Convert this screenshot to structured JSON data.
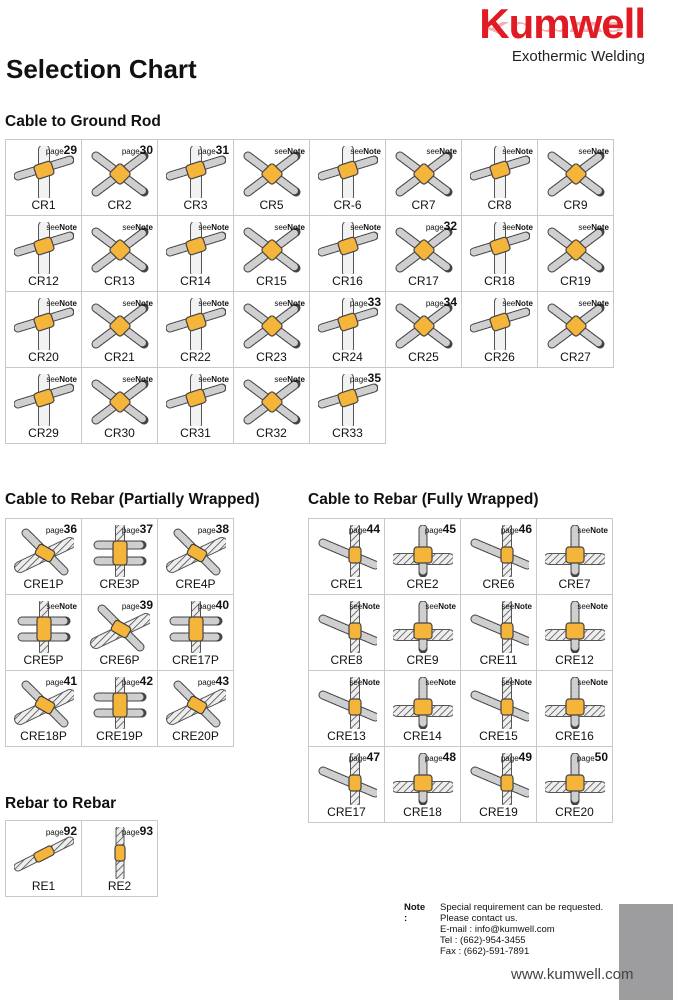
{
  "brand": {
    "name": "Kumwell",
    "tagline": "Exothermic Welding",
    "color": "#e01b24"
  },
  "title": "Selection Chart",
  "accent_color": "#f4b53a",
  "sections": [
    {
      "id": "cable-to-ground-rod",
      "title": "Cable to Ground Rod",
      "columns": 8,
      "items": [
        {
          "code": "CR1",
          "ref_type": "page",
          "ref": "29"
        },
        {
          "code": "CR2",
          "ref_type": "page",
          "ref": "30"
        },
        {
          "code": "CR3",
          "ref_type": "page",
          "ref": "31"
        },
        {
          "code": "CR5",
          "ref_type": "note",
          "ref": "Note"
        },
        {
          "code": "CR-6",
          "ref_type": "note",
          "ref": "Note"
        },
        {
          "code": "CR7",
          "ref_type": "note",
          "ref": "Note"
        },
        {
          "code": "CR8",
          "ref_type": "note",
          "ref": "Note"
        },
        {
          "code": "CR9",
          "ref_type": "note",
          "ref": "Note"
        },
        {
          "code": "CR12",
          "ref_type": "note",
          "ref": "Note"
        },
        {
          "code": "CR13",
          "ref_type": "note",
          "ref": "Note"
        },
        {
          "code": "CR14",
          "ref_type": "note",
          "ref": "Note"
        },
        {
          "code": "CR15",
          "ref_type": "note",
          "ref": "Note"
        },
        {
          "code": "CR16",
          "ref_type": "note",
          "ref": "Note"
        },
        {
          "code": "CR17",
          "ref_type": "page",
          "ref": "32"
        },
        {
          "code": "CR18",
          "ref_type": "note",
          "ref": "Note"
        },
        {
          "code": "CR19",
          "ref_type": "note",
          "ref": "Note"
        },
        {
          "code": "CR20",
          "ref_type": "note",
          "ref": "Note"
        },
        {
          "code": "CR21",
          "ref_type": "note",
          "ref": "Note"
        },
        {
          "code": "CR22",
          "ref_type": "note",
          "ref": "Note"
        },
        {
          "code": "CR23",
          "ref_type": "note",
          "ref": "Note"
        },
        {
          "code": "CR24",
          "ref_type": "page",
          "ref": "33"
        },
        {
          "code": "CR25",
          "ref_type": "page",
          "ref": "34"
        },
        {
          "code": "CR26",
          "ref_type": "note",
          "ref": "Note"
        },
        {
          "code": "CR27",
          "ref_type": "note",
          "ref": "Note"
        },
        {
          "code": "CR29",
          "ref_type": "note",
          "ref": "Note"
        },
        {
          "code": "CR30",
          "ref_type": "note",
          "ref": "Note"
        },
        {
          "code": "CR31",
          "ref_type": "note",
          "ref": "Note"
        },
        {
          "code": "CR32",
          "ref_type": "note",
          "ref": "Note"
        },
        {
          "code": "CR33",
          "ref_type": "page",
          "ref": "35"
        }
      ]
    },
    {
      "id": "cable-to-rebar-partial",
      "title": "Cable to Rebar (Partially Wrapped)",
      "columns": 3,
      "items": [
        {
          "code": "CRE1P",
          "ref_type": "page",
          "ref": "36"
        },
        {
          "code": "CRE3P",
          "ref_type": "page",
          "ref": "37"
        },
        {
          "code": "CRE4P",
          "ref_type": "page",
          "ref": "38"
        },
        {
          "code": "CRE5P",
          "ref_type": "note",
          "ref": "Note"
        },
        {
          "code": "CRE6P",
          "ref_type": "page",
          "ref": "39"
        },
        {
          "code": "CRE17P",
          "ref_type": "page",
          "ref": "40"
        },
        {
          "code": "CRE18P",
          "ref_type": "page",
          "ref": "41"
        },
        {
          "code": "CRE19P",
          "ref_type": "page",
          "ref": "42"
        },
        {
          "code": "CRE20P",
          "ref_type": "page",
          "ref": "43"
        }
      ]
    },
    {
      "id": "cable-to-rebar-full",
      "title": "Cable to Rebar (Fully Wrapped)",
      "columns": 4,
      "items": [
        {
          "code": "CRE1",
          "ref_type": "page",
          "ref": "44"
        },
        {
          "code": "CRE2",
          "ref_type": "page",
          "ref": "45"
        },
        {
          "code": "CRE6",
          "ref_type": "page",
          "ref": "46"
        },
        {
          "code": "CRE7",
          "ref_type": "note",
          "ref": "Note"
        },
        {
          "code": "CRE8",
          "ref_type": "note",
          "ref": "Note"
        },
        {
          "code": "CRE9",
          "ref_type": "note",
          "ref": "Note"
        },
        {
          "code": "CRE11",
          "ref_type": "note",
          "ref": "Note"
        },
        {
          "code": "CRE12",
          "ref_type": "note",
          "ref": "Note"
        },
        {
          "code": "CRE13",
          "ref_type": "note",
          "ref": "Note"
        },
        {
          "code": "CRE14",
          "ref_type": "note",
          "ref": "Note"
        },
        {
          "code": "CRE15",
          "ref_type": "note",
          "ref": "Note"
        },
        {
          "code": "CRE16",
          "ref_type": "note",
          "ref": "Note"
        },
        {
          "code": "CRE17",
          "ref_type": "page",
          "ref": "47"
        },
        {
          "code": "CRE18",
          "ref_type": "page",
          "ref": "48"
        },
        {
          "code": "CRE19",
          "ref_type": "page",
          "ref": "49"
        },
        {
          "code": "CRE20",
          "ref_type": "page",
          "ref": "50"
        }
      ]
    },
    {
      "id": "rebar-to-rebar",
      "title": "Rebar to Rebar",
      "columns": 2,
      "items": [
        {
          "code": "RE1",
          "ref_type": "page",
          "ref": "92"
        },
        {
          "code": "RE2",
          "ref_type": "page",
          "ref": "93"
        }
      ]
    }
  ],
  "ref_prefix": {
    "page": "page",
    "note": "see"
  },
  "note": {
    "label": "Note :",
    "lines": [
      "Special requirement can be requested.",
      "Please contact us.",
      "E-mail : info@kumwell.com",
      "Tel : (662)-954-3455",
      "Fax : (662)-591-7891"
    ]
  },
  "website": "www.kumwell.com"
}
